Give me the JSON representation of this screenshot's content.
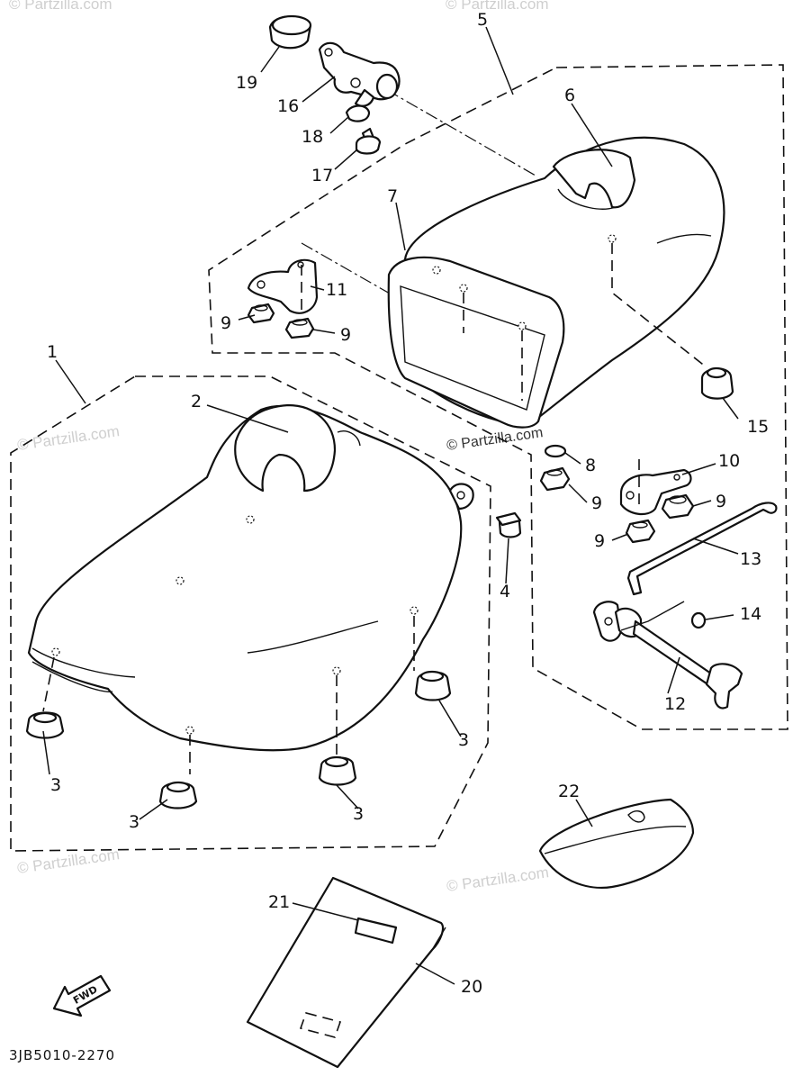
{
  "diagram": {
    "watermark": "© Partzilla.com",
    "drawing_code": "3JB5010-2270",
    "direction_label": "FWD",
    "callouts": {
      "c1": "1",
      "c2": "2",
      "c3a": "3",
      "c3b": "3",
      "c3c": "3",
      "c3d": "3",
      "c4": "4",
      "c5": "5",
      "c6": "6",
      "c7": "7",
      "c8": "8",
      "c9a": "9",
      "c9b": "9",
      "c9c": "9",
      "c9d": "9",
      "c9e": "9",
      "c10": "10",
      "c11": "11",
      "c12": "12",
      "c13": "13",
      "c14": "14",
      "c15": "15",
      "c16": "16",
      "c17": "17",
      "c18": "18",
      "c19": "19",
      "c20": "20",
      "c21": "21",
      "c22": "22"
    },
    "colors": {
      "line": "#111111",
      "watermark": "#cfcfcf",
      "background": "#ffffff"
    }
  }
}
